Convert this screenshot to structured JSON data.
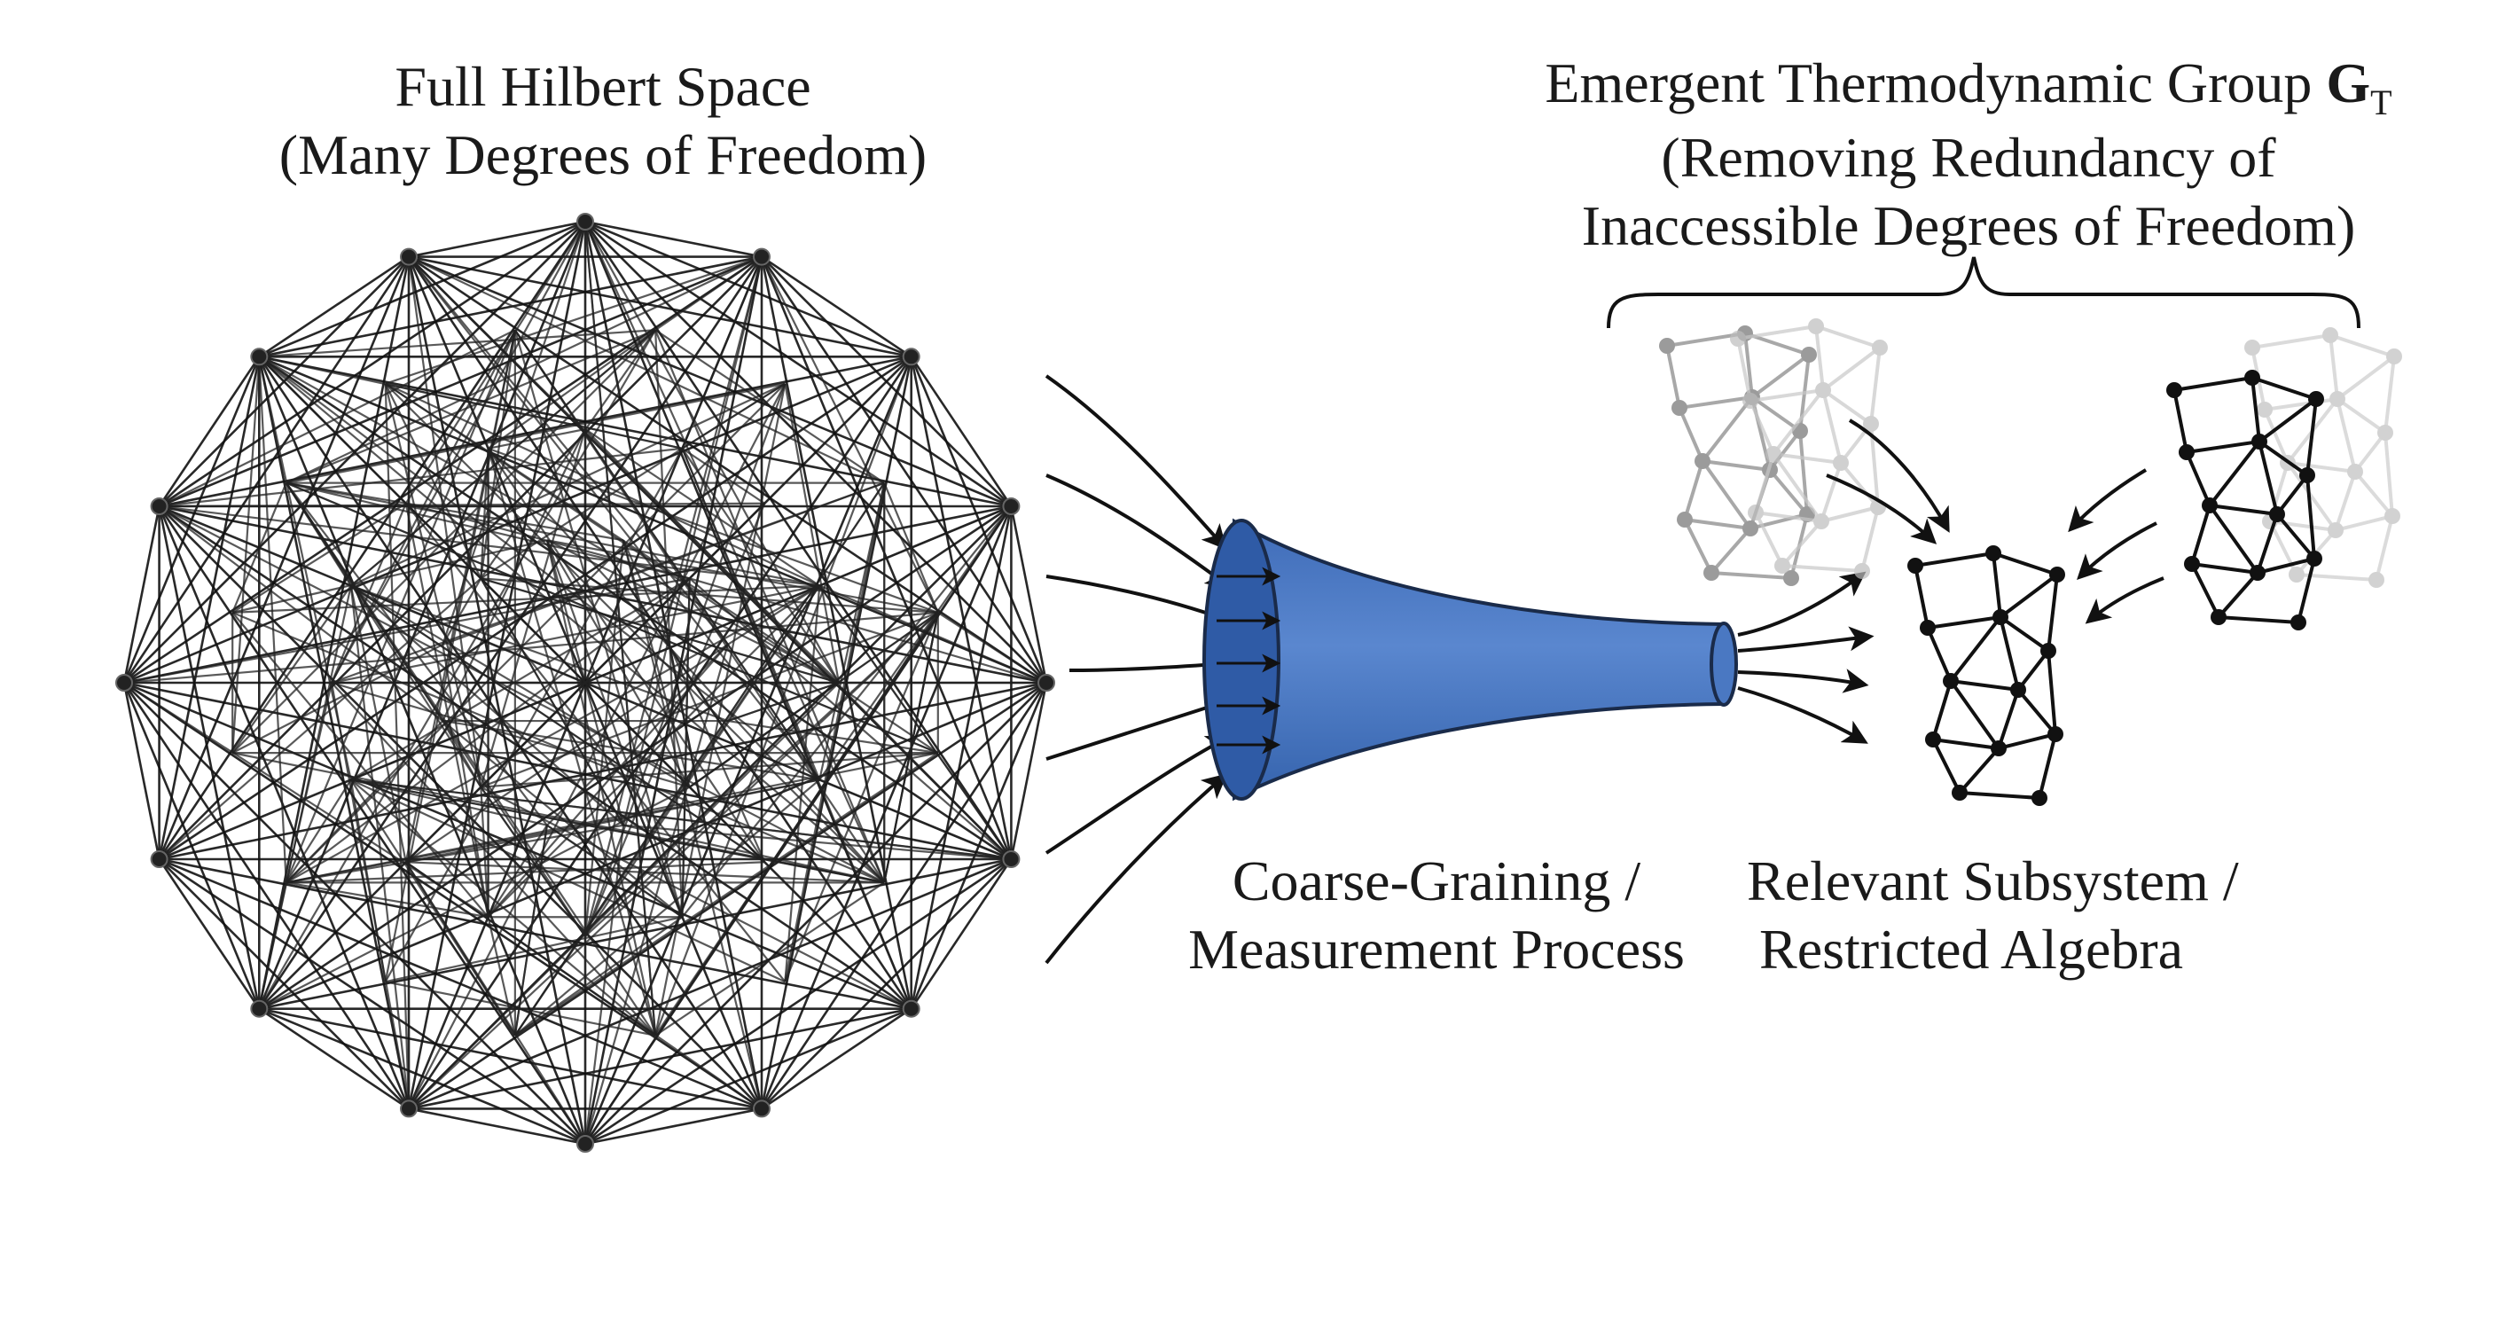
{
  "full_space": {
    "title_line1": "Full Hilbert Space",
    "title_line2": "(Many Degrees of Freedom)"
  },
  "group": {
    "title_prefix": "Emergent Thermodynamic Group ",
    "symbol": "G",
    "subscript": "T",
    "line2": "(Removing Redundancy of",
    "line3": "Inaccessible Degrees of Freedom)"
  },
  "process": {
    "line1": "Coarse-Graining /",
    "line2": "Measurement Process"
  },
  "subsystem": {
    "line1": "Relevant Subsystem /",
    "line2": "Restricted Algebra"
  },
  "colors": {
    "funnel_fill": "#4a78c2",
    "funnel_dark": "#2f5ba6",
    "ink": "#111111",
    "ghost": "#9a9a9a"
  }
}
